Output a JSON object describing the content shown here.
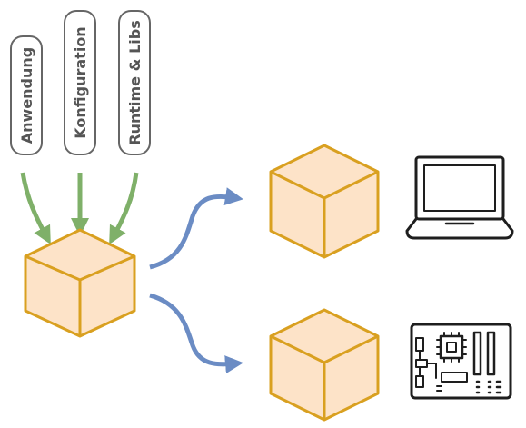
{
  "labels": {
    "app": "Anwendung",
    "config": "Konfiguration",
    "runtime": "Runtime & Libs"
  },
  "colors": {
    "cube_fill": "#fde3c8",
    "cube_stroke": "#d9a020",
    "green_arrow": "#7fb069",
    "blue_arrow": "#6b8cc4",
    "pill_stroke": "#666666",
    "icon": "#1e1e1e"
  },
  "icons": [
    "laptop-icon",
    "circuit-board-icon"
  ]
}
